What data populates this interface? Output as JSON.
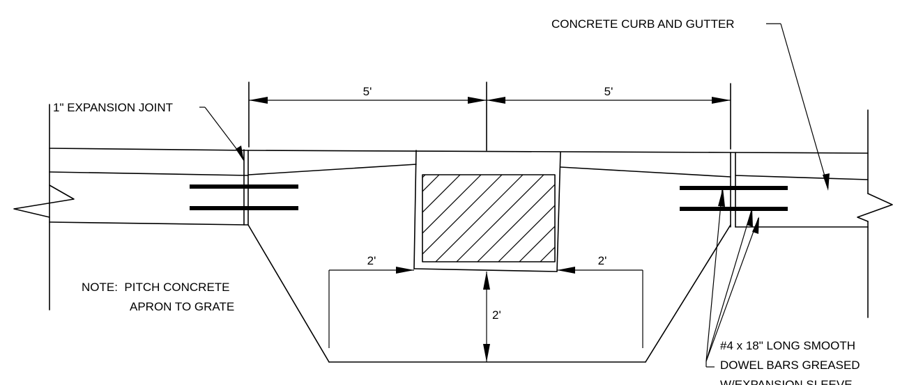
{
  "labels": {
    "curb_gutter": "CONCRETE CURB AND GUTTER",
    "expansion_joint": "1\" EXPANSION JOINT",
    "dim_left_5": "5'",
    "dim_right_5": "5'",
    "dim_left_2": "2'",
    "dim_right_2": "2'",
    "dim_depth_2": "2'",
    "note_line1": "NOTE:  PITCH CONCRETE",
    "note_line2": "APRON TO GRATE",
    "dowel_line1": "#4 x 18\" LONG SMOOTH",
    "dowel_line2": "DOWEL BARS GREASED",
    "dowel_line3": "W/EXPANSION SLEEVE"
  }
}
